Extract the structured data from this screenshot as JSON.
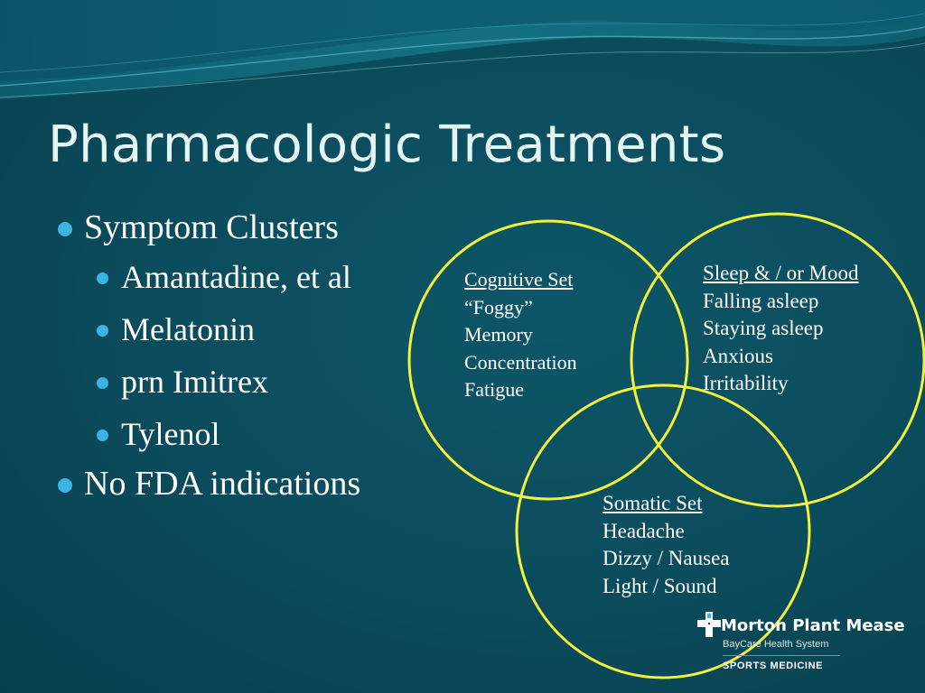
{
  "slide": {
    "title": "Pharmacologic Treatments",
    "bullets": [
      {
        "level": 1,
        "text": "Symptom Clusters"
      },
      {
        "level": 2,
        "text": "Amantadine, et al"
      },
      {
        "level": 2,
        "text": "Melatonin"
      },
      {
        "level": 2,
        "text": "prn Imitrex"
      },
      {
        "level": 2,
        "text": "Tylenol"
      },
      {
        "level": 1,
        "text": "No FDA indications"
      }
    ]
  },
  "venn": {
    "cognitive": {
      "heading": "Cognitive Set",
      "items": [
        "“Foggy”",
        "Memory",
        "Concentration",
        "Fatigue"
      ]
    },
    "sleep": {
      "heading": "Sleep & / or Mood",
      "items": [
        "Falling asleep",
        "Staying asleep",
        "Anxious",
        "Irritability"
      ]
    },
    "somatic": {
      "heading": "Somatic Set",
      "items": [
        "Headache",
        "Dizzy / Nausea",
        "Light / Sound"
      ]
    }
  },
  "logo": {
    "name": "Morton Plant Mease",
    "subtitle": "BayCare Health System",
    "department": "SPORTS MEDICINE"
  },
  "colors": {
    "background": "#0b4a5a",
    "circle_stroke": "#f2f23a",
    "bullet": "#3cb4e3",
    "text": "#ffffff"
  }
}
